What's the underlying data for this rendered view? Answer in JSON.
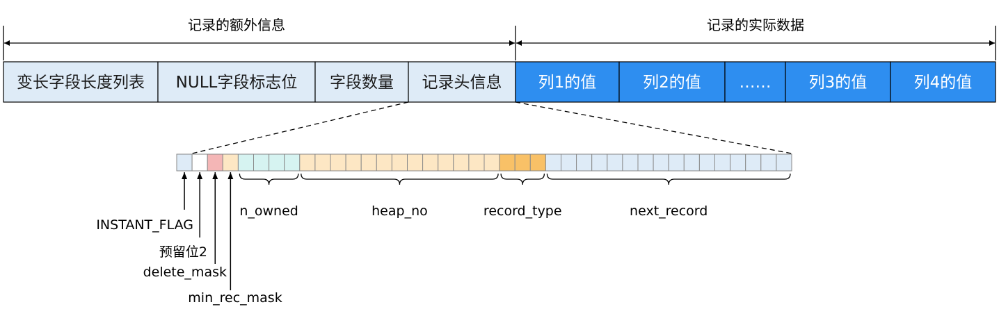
{
  "colors": {
    "light_blue": "#deebf7",
    "blue": "#2e8ef0",
    "white": "#ffffff",
    "pink": "#f4b6b6",
    "light_orange": "#fde7c4",
    "orange": "#f9c167",
    "mint": "#d6f3f1",
    "line": "#000000"
  },
  "headers": {
    "extra_info": "记录的额外信息",
    "real_data": "记录的实际数据"
  },
  "row_segments": [
    {
      "label": "变长字段长度列表",
      "color": "light_blue"
    },
    {
      "label": "NULL字段标志位",
      "color": "light_blue"
    },
    {
      "label": "字段数量",
      "color": "light_blue"
    },
    {
      "label": "记录头信息",
      "color": "light_blue"
    },
    {
      "label": "列1的值",
      "color": "blue"
    },
    {
      "label": "列2的值",
      "color": "blue"
    },
    {
      "label": "……",
      "color": "blue"
    },
    {
      "label": "列3的值",
      "color": "blue"
    },
    {
      "label": "列4的值",
      "color": "blue"
    }
  ],
  "header_bits": [
    {
      "name": "INSTANT_FLAG",
      "bits": 1,
      "color": "light_blue"
    },
    {
      "name": "预留位2",
      "bits": 1,
      "color": "white"
    },
    {
      "name": "delete_mask",
      "bits": 1,
      "color": "pink"
    },
    {
      "name": "min_rec_mask",
      "bits": 1,
      "color": "light_orange"
    },
    {
      "name": "n_owned",
      "bits": 4,
      "color": "mint"
    },
    {
      "name": "heap_no",
      "bits": 13,
      "color": "light_orange"
    },
    {
      "name": "record_type",
      "bits": 3,
      "color": "orange"
    },
    {
      "name": "next_record",
      "bits": 16,
      "color": "light_blue"
    }
  ]
}
